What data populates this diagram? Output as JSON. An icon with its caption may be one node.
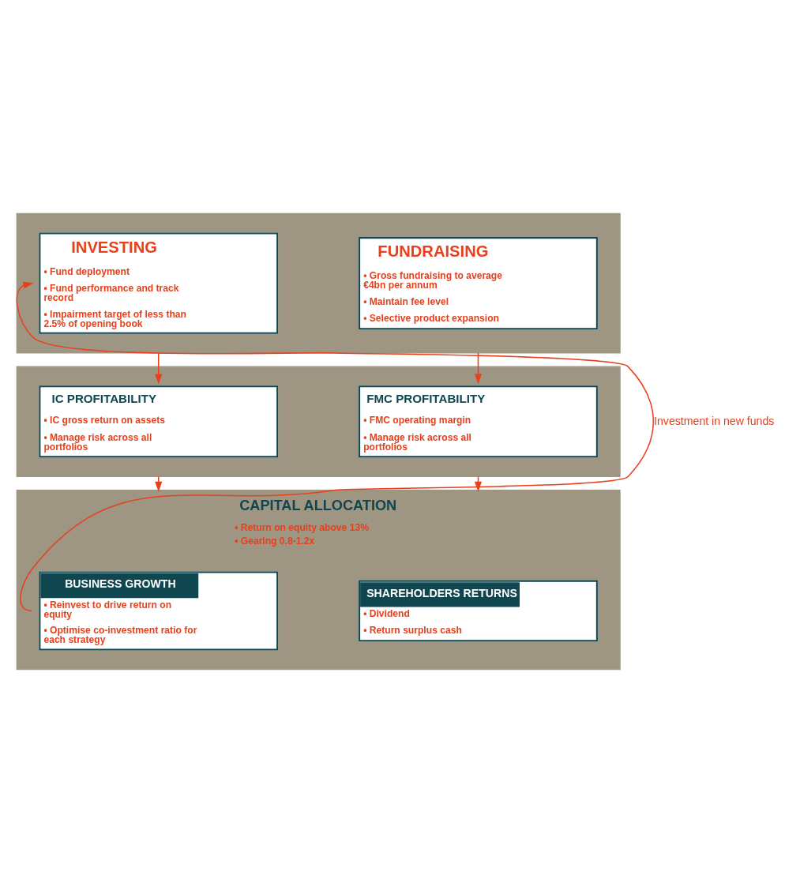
{
  "diagram": {
    "nodes": [
      {
        "text": [],
        "shape": "box"
      },
      {
        "text": [
          "INVESTING",
          "• Fund deployment",
          "• Fund performance and track record",
          "• Impairment target of less than 2.5% of opening book"
        ],
        "in": 0
      },
      {
        "text": [
          "FUNDRAISING",
          "• Gross fundraising to average €4bn per annum",
          "• Maintain fee level",
          "• Selective product expansion"
        ],
        "in": 0
      },
      {
        "text": [],
        "shape": "box"
      },
      {
        "text": [
          "IC PROFITABILITY",
          "• IC gross return on assets",
          "• Manage risk across all portfolios"
        ],
        "in": 3
      },
      {
        "text": [
          "FMC PROFITABILITY",
          "• FMC operating margin",
          "• Manage risk across all portfolios"
        ],
        "in": 3
      },
      {
        "text": [
          "CAPITAL ALLOCATION",
          "• Return on equity above 13%",
          "• Gearing 0.8-1.2x"
        ]
      },
      {
        "text": [
          "BUSINESS GROWTH",
          "• Reinvest to drive return on equity",
          "• Optimise co-investment ratio for each strategy"
        ],
        "in": 6
      },
      {
        "text": [
          "SHAREHOLDERS RETURNS",
          "• Dividend",
          "• Return surplus cash"
        ],
        "in": 6
      }
    ],
    "edges": [
      {
        "from": 0,
        "to": 4,
        "arrow": "to"
      },
      {
        "from": 0,
        "to": 5,
        "arrow": "to"
      },
      {
        "from": 3,
        "to": 6,
        "arrow": "to"
      },
      {
        "from": 3,
        "to": 6,
        "arrow": "to"
      },
      {
        "from": 7,
        "to": 1,
        "arrow": "to",
        "label": "Investment in new funds"
      }
    ]
  }
}
